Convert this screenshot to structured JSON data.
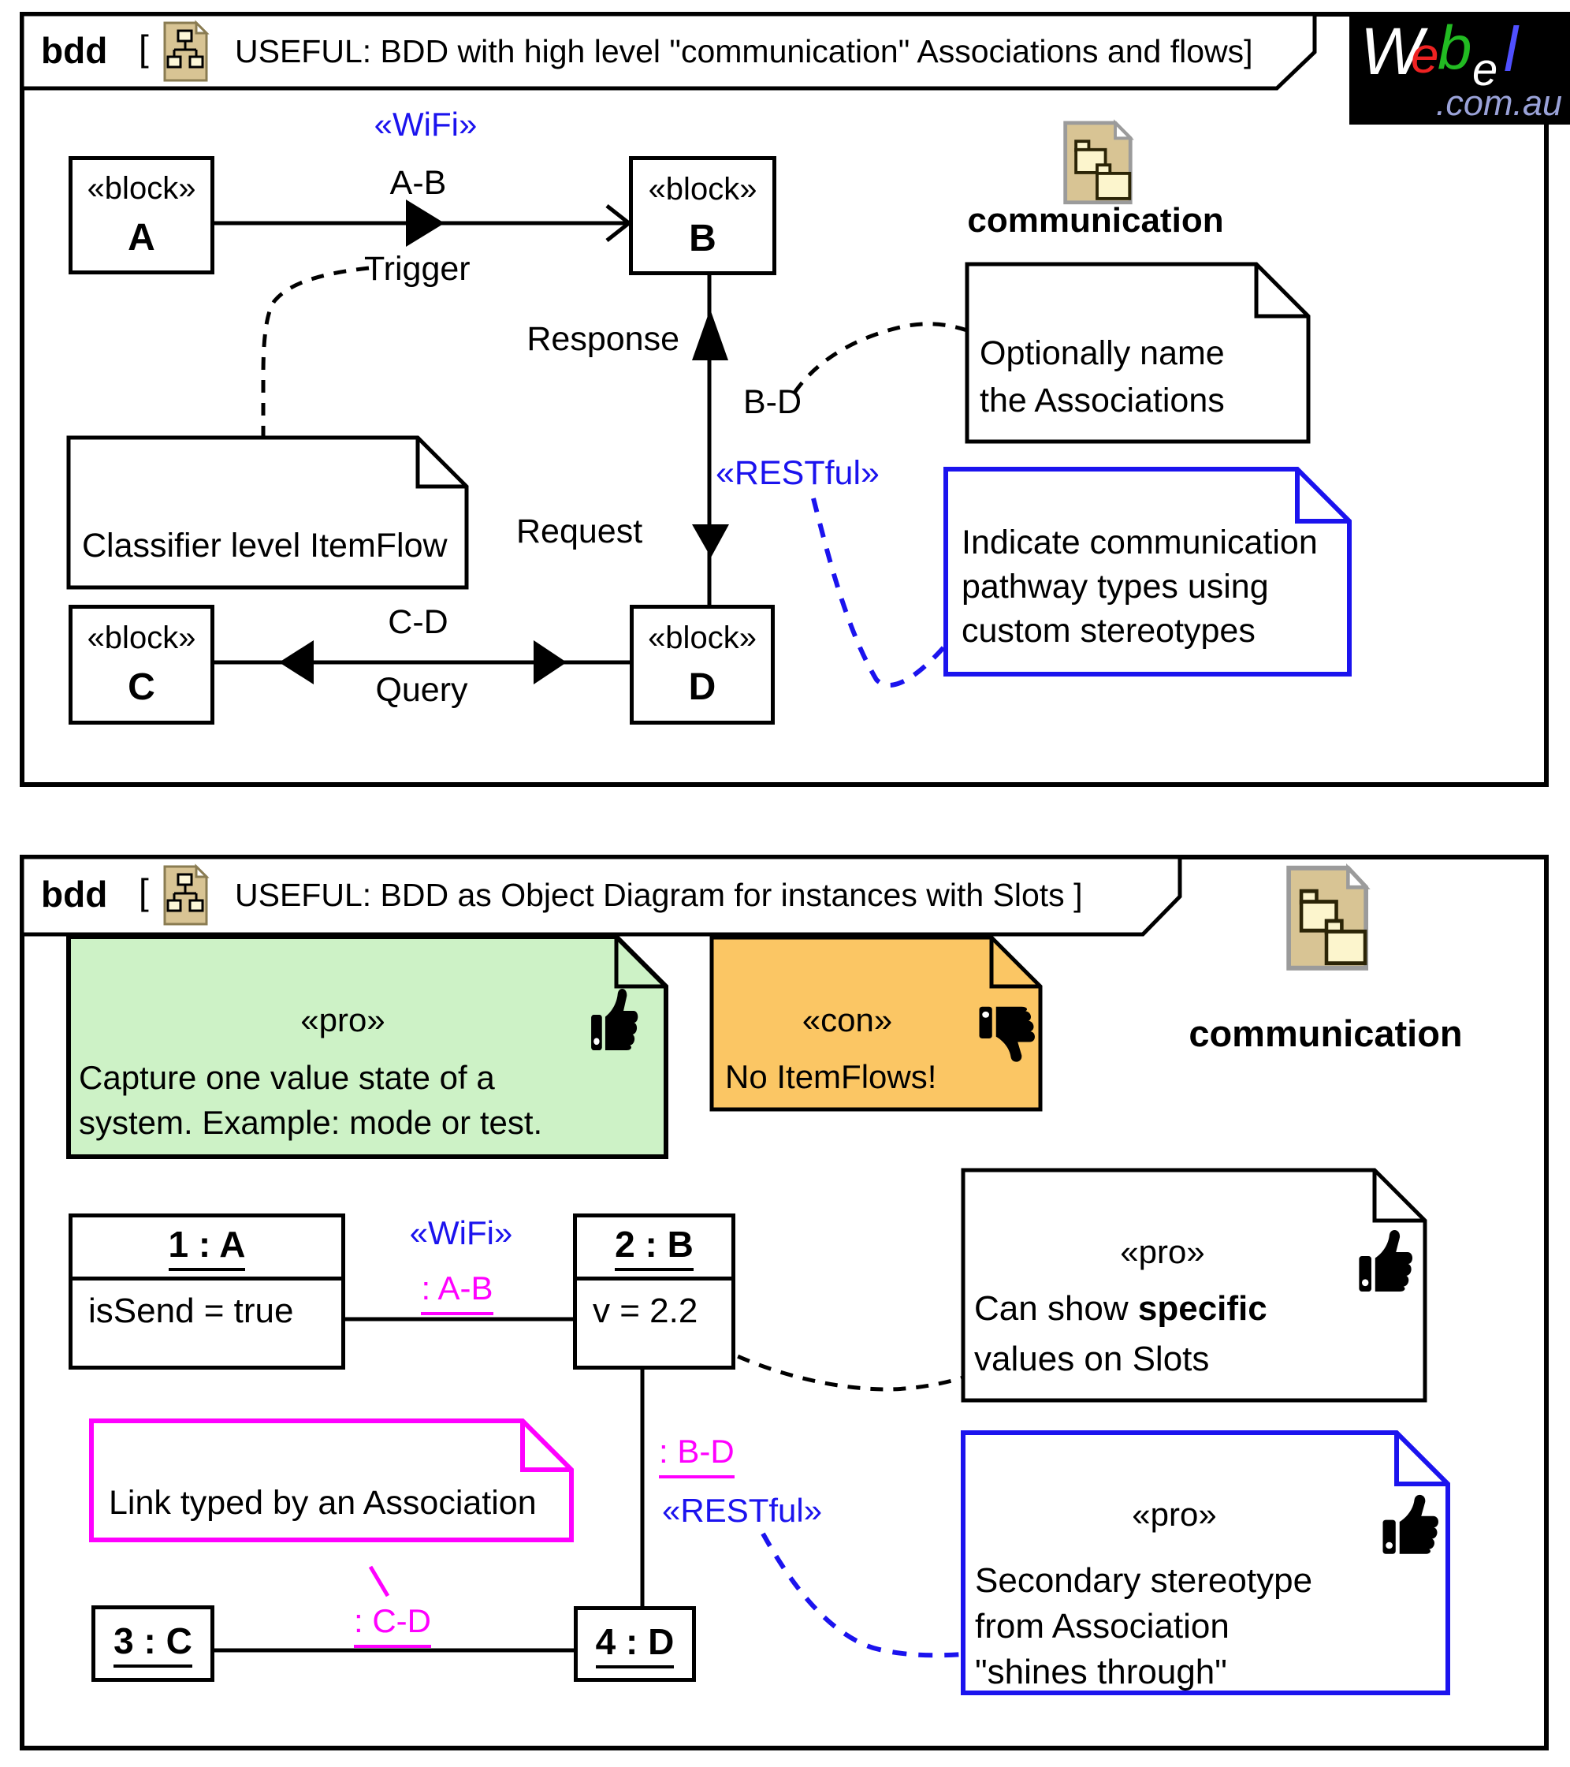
{
  "logo": {
    "l1": "W",
    "l2": "e",
    "l3": "b",
    "l4": "e",
    "l5": "l",
    "domain": ".com.au"
  },
  "colors": {
    "stereotype_blue": "#1b13ee",
    "link_magenta": "#ff00ff",
    "note_green_fill": "#cdf2c6",
    "note_orange_fill": "#fbc664",
    "icon_tan_fill": "#d8c494"
  },
  "panel1": {
    "header": {
      "keyword": "bdd",
      "open": "[",
      "title": "USEFUL: BDD with high level \"communication\" Associations and flows",
      "close": "]"
    },
    "package": {
      "name": "communication"
    },
    "blocks": {
      "a": {
        "stereotype": "«block»",
        "name": "A"
      },
      "b": {
        "stereotype": "«block»",
        "name": "B"
      },
      "c": {
        "stereotype": "«block»",
        "name": "C"
      },
      "d": {
        "stereotype": "«block»",
        "name": "D"
      }
    },
    "associations": {
      "ab": {
        "stereotype": "«WiFi»",
        "name": "A-B",
        "flow": "Trigger"
      },
      "bd": {
        "name": "B-D",
        "stereotype": "«RESTful»",
        "flow_up": "Response",
        "flow_down": "Request"
      },
      "cd": {
        "name": "C-D",
        "flow": "Query"
      }
    },
    "notes": {
      "itemflow": {
        "text": "Classifier level ItemFlow"
      },
      "optionally": {
        "line1": "Optionally name",
        "line2": "the Associations"
      },
      "indicate": {
        "lines": [
          "Indicate communication",
          "pathway types using",
          "custom stereotypes"
        ]
      }
    }
  },
  "panel2": {
    "header": {
      "keyword": "bdd",
      "open": "[",
      "title": "USEFUL: BDD as Object Diagram for instances with Slots",
      "close": " ]"
    },
    "package": {
      "name": "communication"
    },
    "notes": {
      "pro_capture": {
        "stereotype": "«pro»",
        "line1": "Capture one value state of a",
        "line2": "system. Example: mode or test."
      },
      "con_itemflows": {
        "stereotype": "«con»",
        "text": "No ItemFlows!"
      },
      "pro_slots": {
        "stereotype": "«pro»",
        "line1_normal": "Can show ",
        "line1_bold": "specific",
        "line2": "values on Slots"
      },
      "pro_secondary": {
        "stereotype": "«pro»",
        "lines": [
          "Secondary stereotype",
          "from Association",
          "\"shines through\""
        ]
      },
      "link_typed": {
        "text": "Link typed by an Association"
      }
    },
    "instances": {
      "i1": {
        "name": "1 : A",
        "slot": "isSend = true"
      },
      "i2": {
        "name": "2 : B",
        "slot": "v = 2.2"
      },
      "i3": {
        "name": "3 : C"
      },
      "i4": {
        "name": "4 : D"
      }
    },
    "links": {
      "ab": {
        "stereotype": "«WiFi»",
        "name": ": A-B"
      },
      "bd": {
        "name": ": B-D",
        "stereotype": "«RESTful»"
      },
      "cd": {
        "name": ": C-D"
      }
    }
  }
}
